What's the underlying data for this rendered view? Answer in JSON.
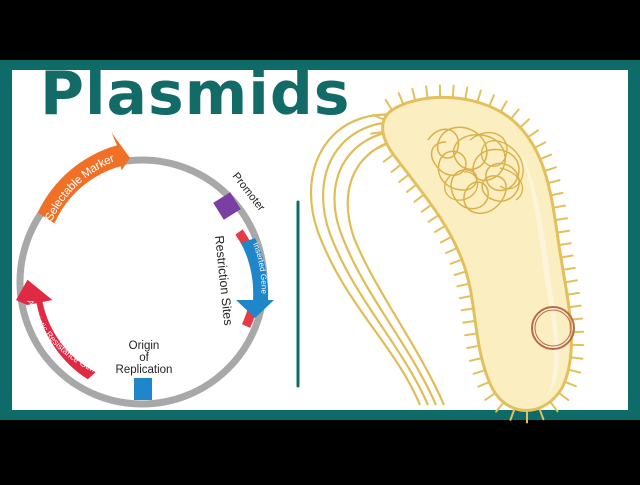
{
  "title": "Plasmids",
  "labels": {
    "selectable_marker": "Selectable Marker",
    "promoter": "Promoter",
    "restriction_sites": "Restriction Sites",
    "inserted_gene": "Inserted Gene",
    "origin_line1": "Origin",
    "origin_line2": "of",
    "origin_line3": "Replication",
    "antibiotic_resistance_gene": "Antibiotic Resistance Gene"
  },
  "colors": {
    "background": "#000000",
    "frame": "#0e6b68",
    "panel": "#ffffff",
    "title": "#126b66",
    "ring": "#a8a8a8",
    "selectable_marker": "#f07126",
    "promoter": "#7b3fa3",
    "restriction_site": "#e63a46",
    "inserted_gene": "#1f86c9",
    "origin": "#1f86c9",
    "antibiotic_resistance": "#e02a44",
    "divider": "#0e6b68",
    "cell_fill": "#fbeec0",
    "cell_outline": "#e3c05c",
    "flagella": "#e0bd55",
    "dna": "#d9b04a",
    "plasmid_ring": "#b96a4e"
  },
  "icons": {
    "bacterium": "bacterium-illustration",
    "plasmid_in_cell": "plasmid-ring-icon"
  }
}
